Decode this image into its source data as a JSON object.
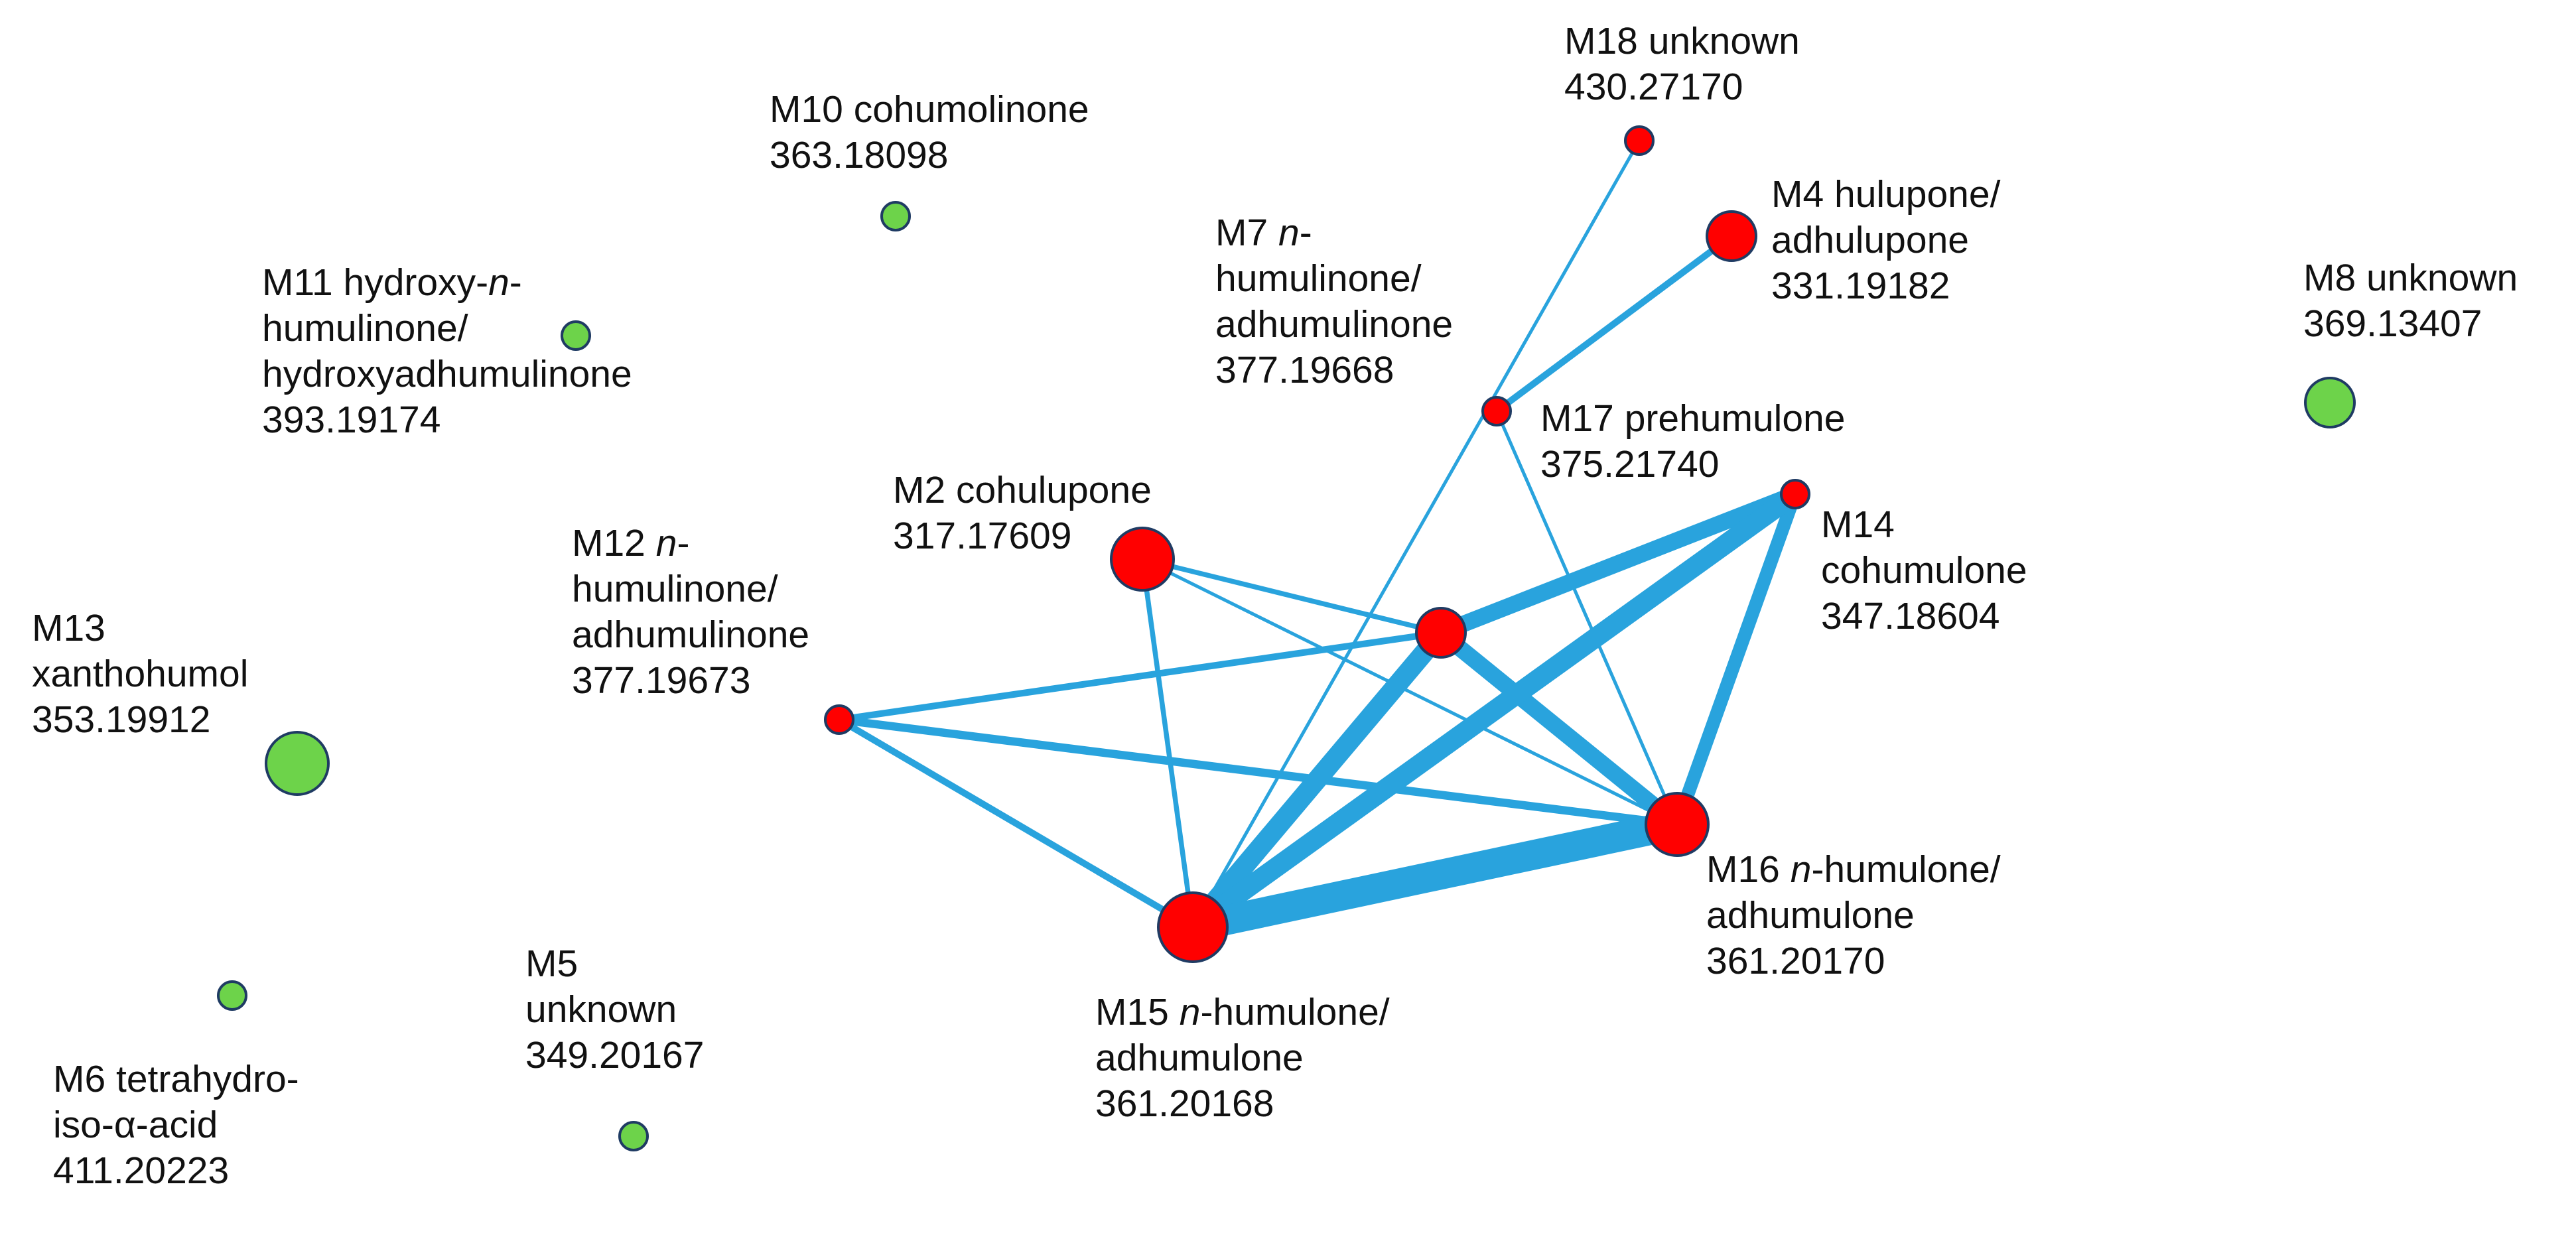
{
  "colors": {
    "detected_node": "#ff0000",
    "undetected_node": "#6dd34a",
    "edge": "#29a3dd",
    "node_outline": "#1f3b63"
  },
  "nodes": [
    {
      "id": "M10",
      "lines": [
        [
          "M10 cohumolinone"
        ],
        [
          "363.18098"
        ]
      ],
      "status": "undetected",
      "size": 1
    },
    {
      "id": "M11",
      "lines": [
        [
          "M11 hydroxy-",
          {
            "i": "n"
          },
          "-"
        ],
        [
          "humulinone/"
        ],
        [
          "hydroxyadhumulinone"
        ],
        [
          "393.19174"
        ]
      ],
      "status": "undetected",
      "size": 1
    },
    {
      "id": "M13",
      "lines": [
        [
          "M13"
        ],
        [
          "xanthohumol"
        ],
        [
          "353.19912"
        ]
      ],
      "status": "undetected",
      "size": 3
    },
    {
      "id": "M6",
      "lines": [
        [
          "M6 tetrahydro-"
        ],
        [
          "iso-α-acid"
        ],
        [
          "411.20223"
        ]
      ],
      "status": "undetected",
      "size": 1
    },
    {
      "id": "M5",
      "lines": [
        [
          "M5"
        ],
        [
          "unknown"
        ],
        [
          "349.20167"
        ]
      ],
      "status": "undetected",
      "size": 1
    },
    {
      "id": "M8",
      "lines": [
        [
          "M8 unknown"
        ],
        [
          "369.13407"
        ]
      ],
      "status": "undetected",
      "size": 2
    },
    {
      "id": "M18",
      "lines": [
        [
          "M18 unknown"
        ],
        [
          "430.27170"
        ]
      ],
      "status": "detected",
      "size": 1
    },
    {
      "id": "M4",
      "lines": [
        [
          "M4 hulupone/"
        ],
        [
          "adhulupone"
        ],
        [
          "331.19182"
        ]
      ],
      "status": "detected",
      "size": 2
    },
    {
      "id": "M7",
      "lines": [
        [
          "M7 ",
          {
            "i": "n"
          },
          "-"
        ],
        [
          "humulinone/"
        ],
        [
          "adhumulinone"
        ],
        [
          "377.19668"
        ]
      ],
      "status": "detected",
      "size": 1
    },
    {
      "id": "M17",
      "lines": [
        [
          "M17 prehumulone"
        ],
        [
          "375.21740"
        ]
      ],
      "status": "detected",
      "size": 1
    },
    {
      "id": "M14",
      "lines": [
        [
          "M14"
        ],
        [
          "cohumulone"
        ],
        [
          "347.18604"
        ]
      ],
      "status": "detected",
      "size": 1
    },
    {
      "id": "M2",
      "lines": [
        [
          "M2 cohulupone"
        ],
        [
          "317.17609"
        ]
      ],
      "status": "detected",
      "size": 3
    },
    {
      "id": "M12",
      "lines": [
        [
          "M12 ",
          {
            "i": "n"
          },
          "-"
        ],
        [
          "humulinone/"
        ],
        [
          "adhumulinone"
        ],
        [
          "377.19673"
        ]
      ],
      "status": "detected",
      "size": 1
    },
    {
      "id": "M16",
      "lines": [
        [
          "M16 ",
          {
            "i": "n"
          },
          "-humulone/"
        ],
        [
          "adhumulone"
        ],
        [
          "361.20170"
        ]
      ],
      "status": "detected",
      "size": 3
    },
    {
      "id": "M15",
      "lines": [
        [
          "M15 ",
          {
            "i": "n"
          },
          "-humulone/"
        ],
        [
          "adhumulone"
        ],
        [
          "361.20168"
        ]
      ],
      "status": "detected",
      "size": 4
    },
    {
      "id": "UNL",
      "lines": [],
      "status": "detected",
      "size": 2
    }
  ],
  "edges": [
    {
      "from": "M18",
      "to": "M15",
      "weight": 1
    },
    {
      "from": "M4",
      "to": "M7",
      "weight": 2
    },
    {
      "from": "M7",
      "to": "M16",
      "weight": 1
    },
    {
      "from": "M2",
      "to": "UNL",
      "weight": 1.5
    },
    {
      "from": "M2",
      "to": "M16",
      "weight": 1
    },
    {
      "from": "M2",
      "to": "M15",
      "weight": 1.5
    },
    {
      "from": "M12",
      "to": "UNL",
      "weight": 2
    },
    {
      "from": "M12",
      "to": "M16",
      "weight": 2.5
    },
    {
      "from": "M12",
      "to": "M15",
      "weight": 2
    },
    {
      "from": "UNL",
      "to": "M17",
      "weight": 5
    },
    {
      "from": "UNL",
      "to": "M16",
      "weight": 5
    },
    {
      "from": "UNL",
      "to": "M15",
      "weight": 6
    },
    {
      "from": "M17",
      "to": "M16",
      "weight": 4
    },
    {
      "from": "M17",
      "to": "M15",
      "weight": 6
    },
    {
      "from": "M16",
      "to": "M15",
      "weight": 9
    }
  ]
}
